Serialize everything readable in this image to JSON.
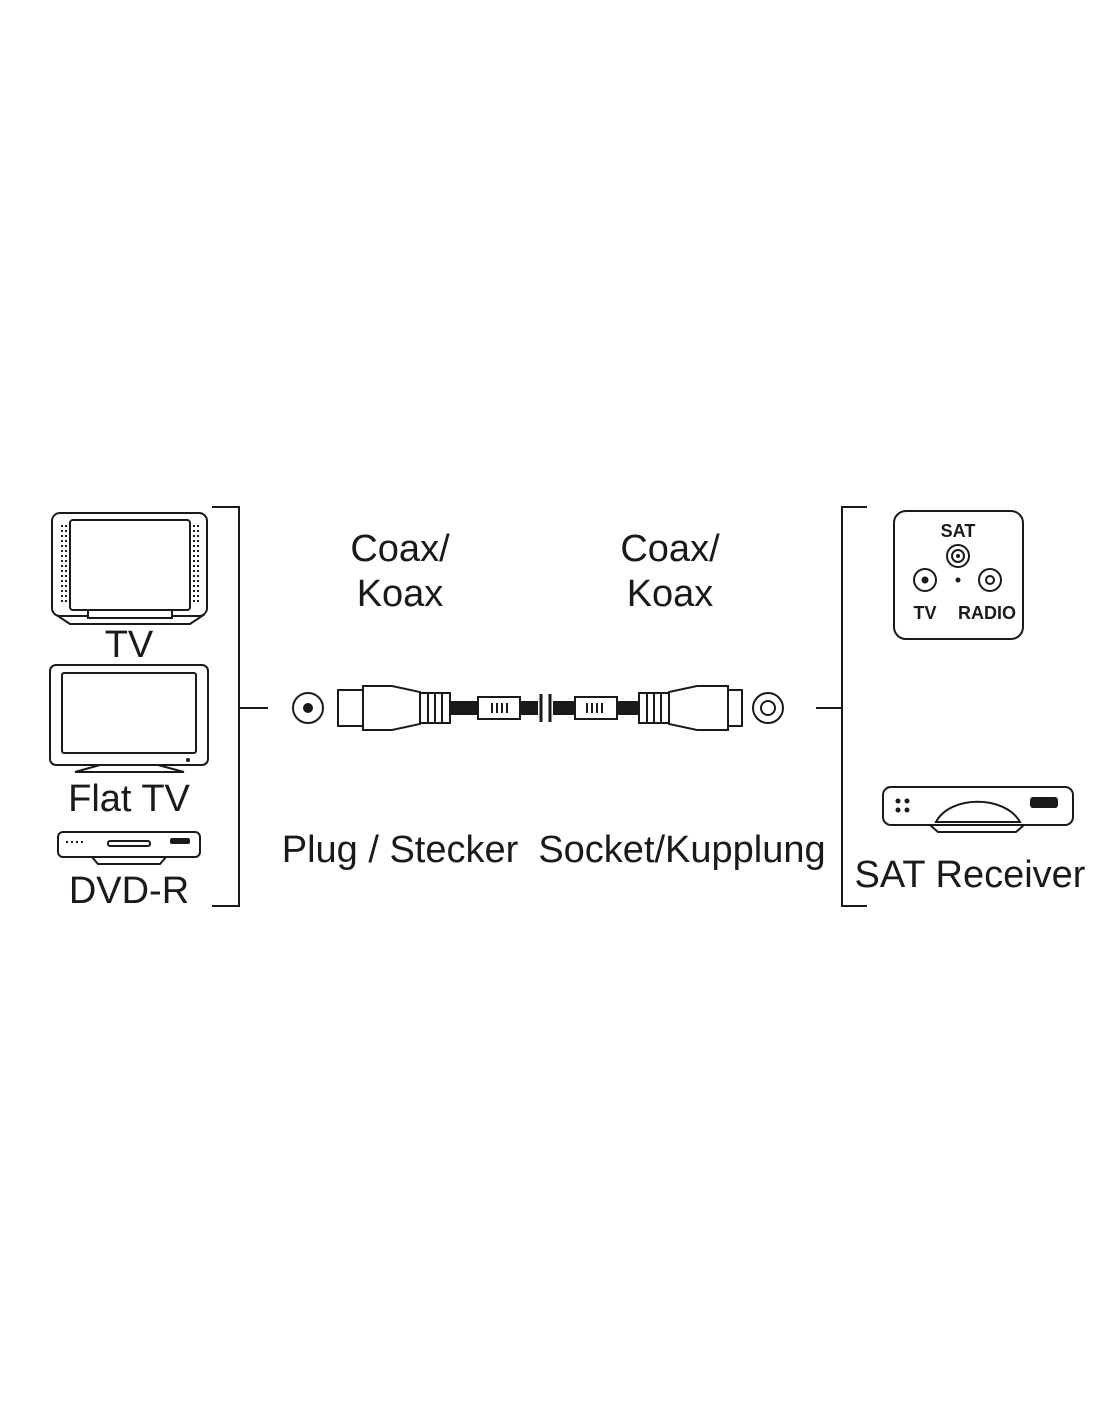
{
  "devices_left": {
    "tv": "TV",
    "flat_tv": "Flat TV",
    "dvd_r": "DVD-R"
  },
  "cable": {
    "left_type": "Coax/",
    "left_type_de": "Koax",
    "right_type": "Coax/",
    "right_type_de": "Koax",
    "left_connector": "Plug / Stecker",
    "right_connector": "Socket/Kupplung"
  },
  "devices_right": {
    "wall_socket": {
      "sat": "SAT",
      "tv": "TV",
      "radio": "RADIO"
    },
    "receiver": "SAT Receiver"
  },
  "colors": {
    "line": "#1a1a1a",
    "background": "#ffffff"
  }
}
